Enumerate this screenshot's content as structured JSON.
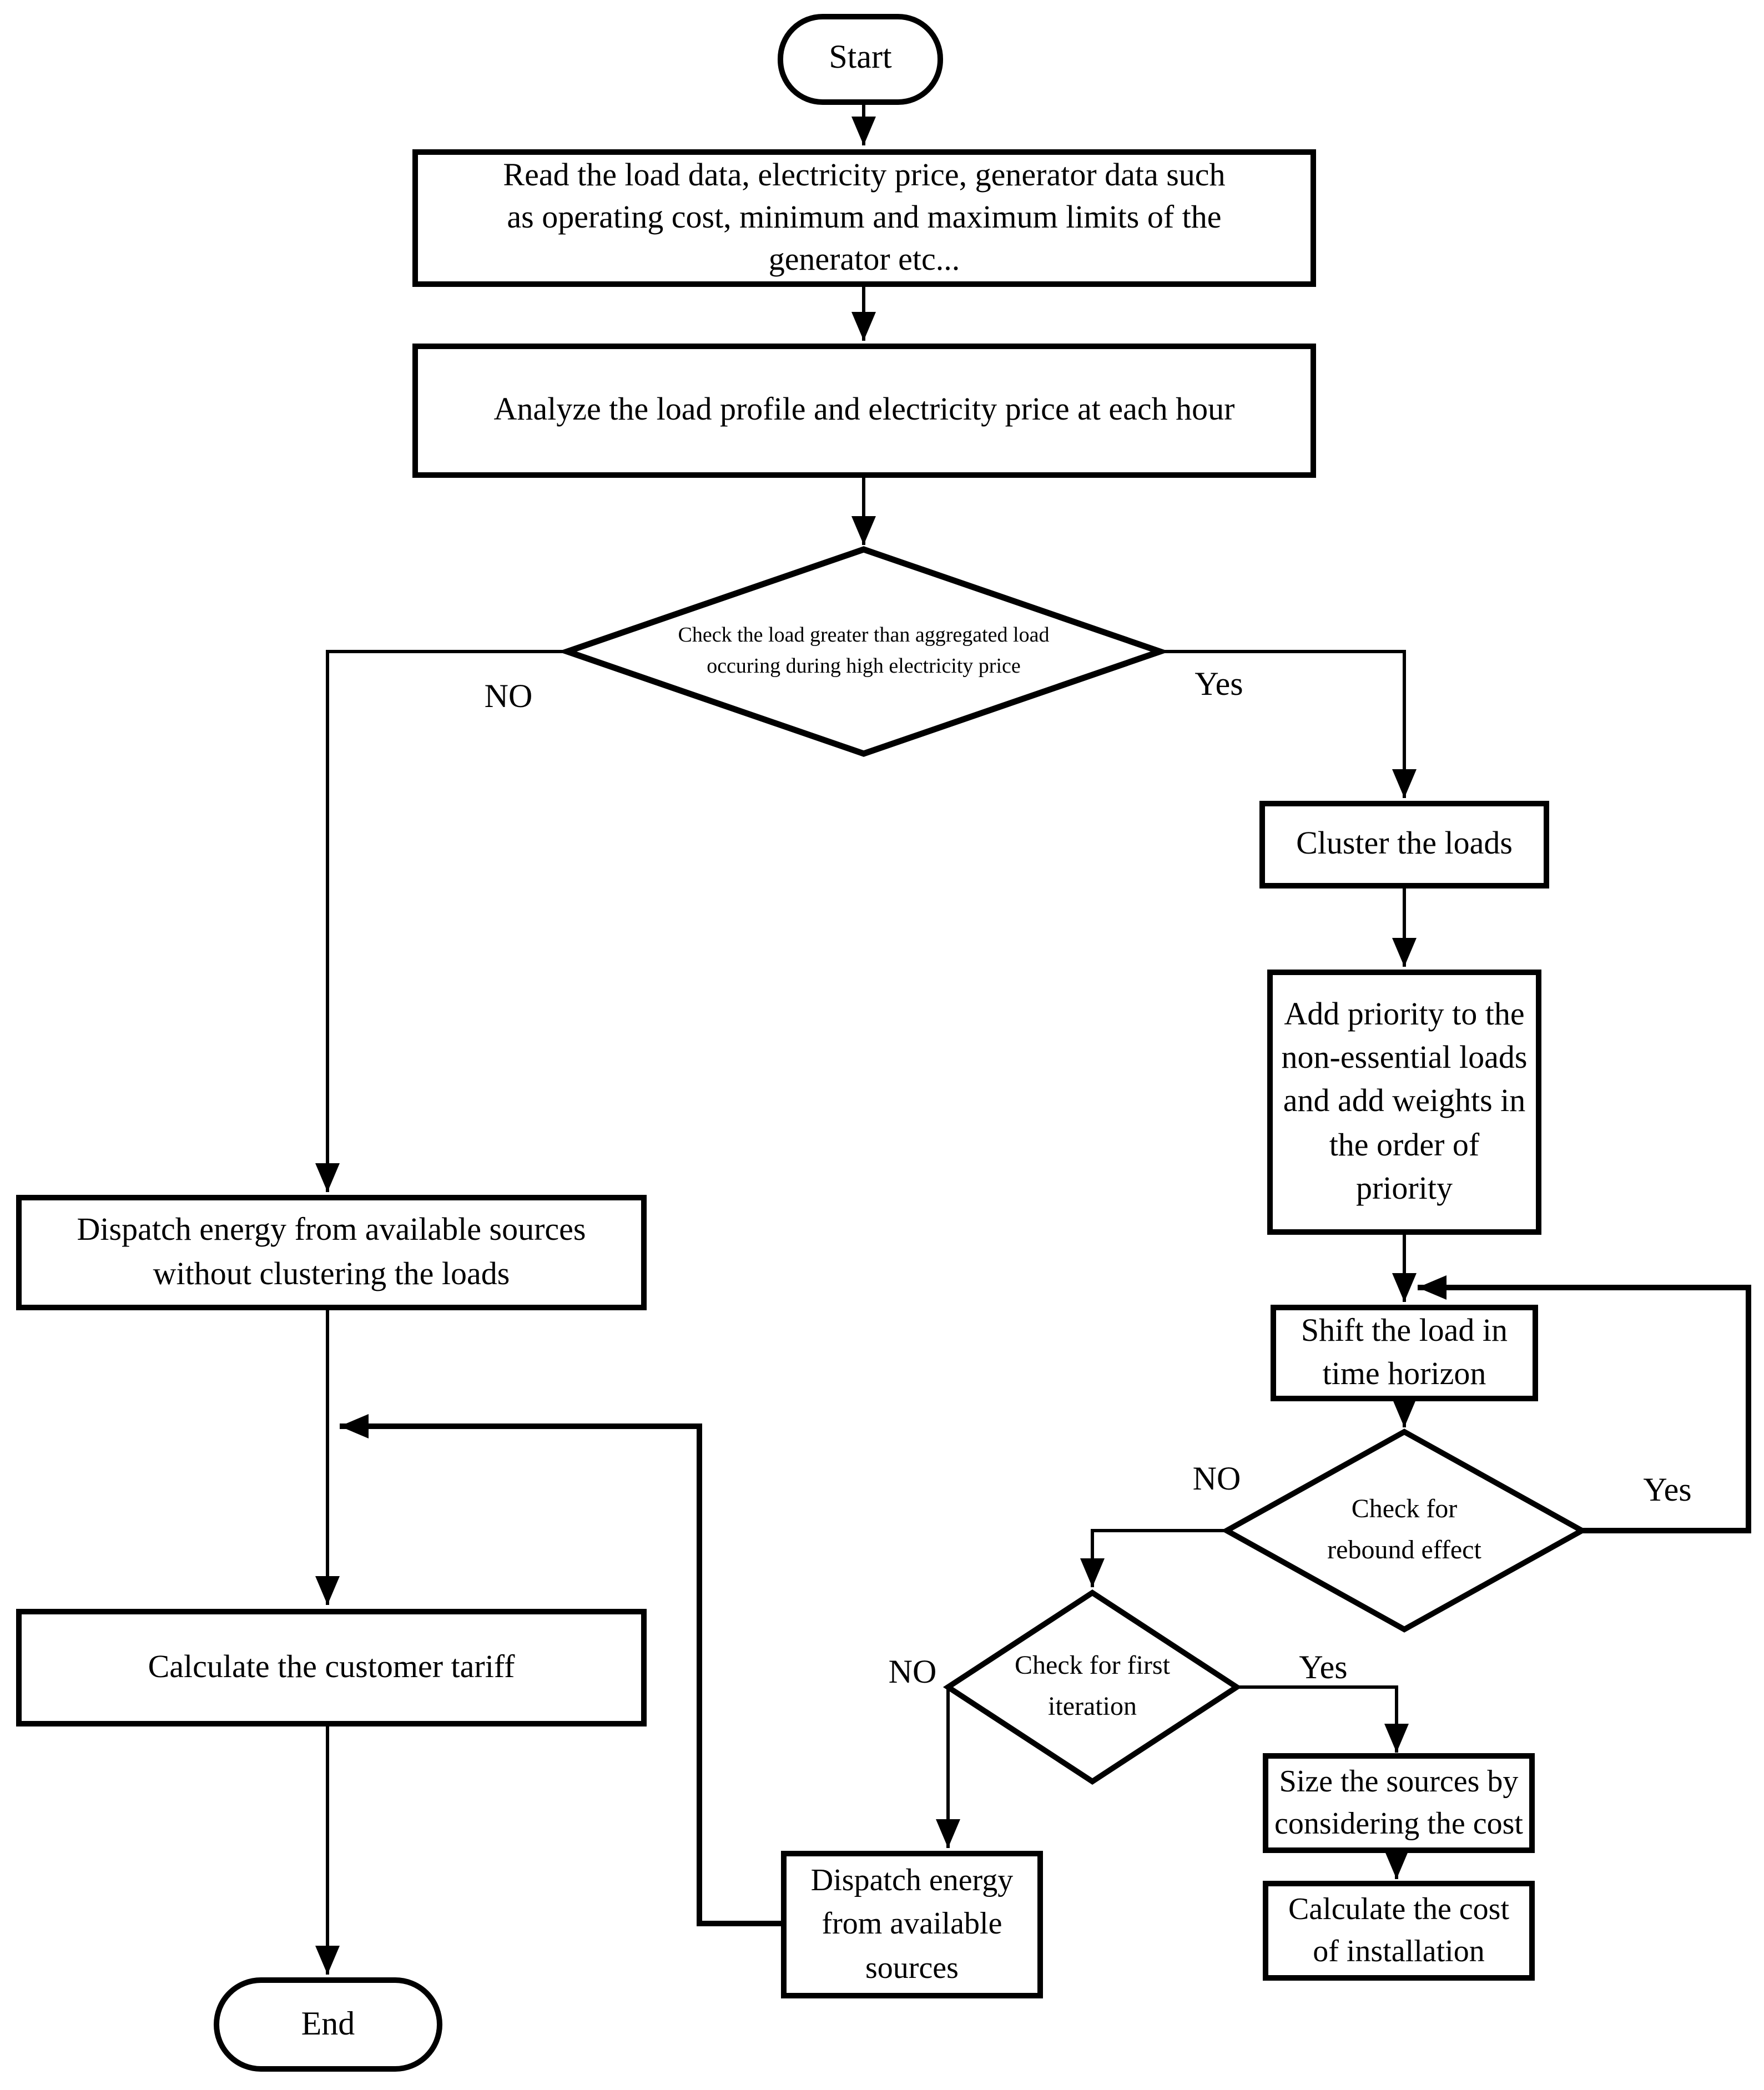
{
  "flowchart": {
    "colors": {
      "line": "#000000",
      "background": "#ffffff",
      "text": "#000000"
    },
    "nodes": {
      "start": {
        "type": "terminator",
        "label": "Start"
      },
      "read_data": {
        "type": "process",
        "label": "Read the load data, electricity price, generator data such\nas operating cost, minimum and maximum limits of the\ngenerator etc..."
      },
      "analyze": {
        "type": "process",
        "label": "Analyze the load profile and electricity price at each hour"
      },
      "check_load": {
        "type": "decision",
        "label": "Check the load greater than aggregated load\noccuring during high electricity price"
      },
      "cluster_loads": {
        "type": "process",
        "label": "Cluster the loads"
      },
      "add_priority": {
        "type": "process",
        "label": "Add priority to the\nnon-essential loads\nand add weights in\nthe order of\npriority"
      },
      "shift_load": {
        "type": "process",
        "label": "Shift the load in\ntime horizon"
      },
      "check_rebound": {
        "type": "decision",
        "label": "Check for\nrebound effect"
      },
      "check_first_iteration": {
        "type": "decision",
        "label": "Check for first\niteration"
      },
      "size_sources": {
        "type": "process",
        "label": "Size the sources by\nconsidering the cost"
      },
      "calc_installation": {
        "type": "process",
        "label": "Calculate the cost\nof  installation"
      },
      "dispatch_sources": {
        "type": "process",
        "label": "Dispatch energy\nfrom available\nsources"
      },
      "dispatch_no_clustering": {
        "type": "process",
        "label": "Dispatch energy from available sources\nwithout clustering the loads"
      },
      "calc_tariff": {
        "type": "process",
        "label": "Calculate the customer tariff"
      },
      "end": {
        "type": "terminator",
        "label": "End"
      }
    },
    "branch_labels": {
      "check_load": {
        "no": "NO",
        "yes": "Yes"
      },
      "check_rebound": {
        "no": "NO",
        "yes": "Yes"
      },
      "check_first_iteration": {
        "no": "NO",
        "yes": "Yes"
      }
    },
    "edges": [
      {
        "from": "start",
        "to": "read_data",
        "label": ""
      },
      {
        "from": "read_data",
        "to": "analyze",
        "label": ""
      },
      {
        "from": "analyze",
        "to": "check_load",
        "label": ""
      },
      {
        "from": "check_load",
        "to": "dispatch_no_clustering",
        "label": "NO"
      },
      {
        "from": "check_load",
        "to": "cluster_loads",
        "label": "Yes"
      },
      {
        "from": "cluster_loads",
        "to": "add_priority",
        "label": ""
      },
      {
        "from": "add_priority",
        "to": "shift_load",
        "label": ""
      },
      {
        "from": "shift_load",
        "to": "check_rebound",
        "label": ""
      },
      {
        "from": "check_rebound",
        "to": "shift_load",
        "label": "Yes"
      },
      {
        "from": "check_rebound",
        "to": "check_first_iteration",
        "label": "NO"
      },
      {
        "from": "check_first_iteration",
        "to": "dispatch_sources",
        "label": "NO"
      },
      {
        "from": "check_first_iteration",
        "to": "size_sources",
        "label": "Yes"
      },
      {
        "from": "size_sources",
        "to": "calc_installation",
        "label": ""
      },
      {
        "from": "dispatch_sources",
        "to": "calc_tariff",
        "label": ""
      },
      {
        "from": "dispatch_no_clustering",
        "to": "calc_tariff",
        "label": ""
      },
      {
        "from": "calc_tariff",
        "to": "end",
        "label": ""
      }
    ]
  }
}
